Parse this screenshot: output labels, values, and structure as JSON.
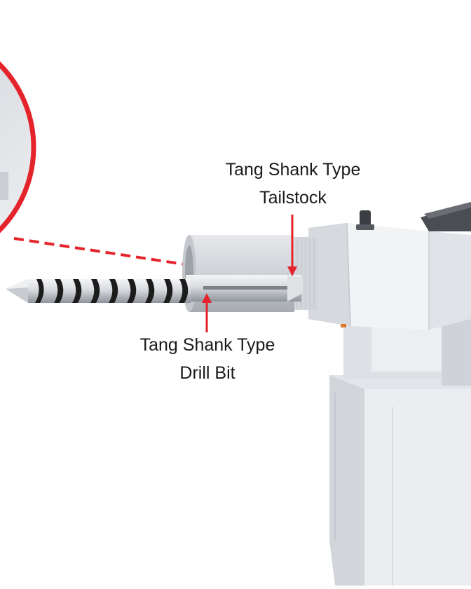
{
  "labels": {
    "tailstock": {
      "line1": "Tang Shank Type",
      "line2": "Tailstock"
    },
    "drill_bit": {
      "line1": "Tang Shank Type",
      "line2": "Drill Bit"
    }
  },
  "colors": {
    "callout_red": "#e4232b",
    "machine_light": "#eef0f3",
    "machine_mid": "#d9dce1",
    "machine_dark": "#b9bdc4",
    "steel_light": "#e9ecef",
    "steel_dark": "#8f949b",
    "flute_black": "#1c1c1c",
    "table_dark": "#4a4d52"
  },
  "icons": {
    "zoom_circle": "magnifier-circle-icon"
  }
}
